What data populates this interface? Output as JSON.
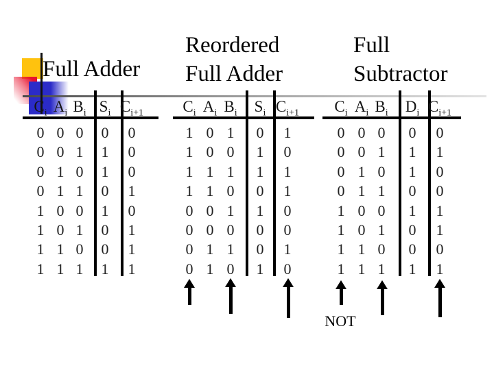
{
  "titles": {
    "left": "Full Adder",
    "middle": [
      "Reordered",
      "Full Adder"
    ],
    "right": [
      "Full",
      "Subtractor"
    ]
  },
  "not_label": "NOT",
  "colors": {
    "yellow": "#FFC20E",
    "red": "#E8112D",
    "blue": "#2B2BC8",
    "line": "#000000"
  },
  "tables": [
    {
      "title": "Full Adder",
      "headers": [
        {
          "base": "C",
          "sub": "i"
        },
        {
          "base": "A",
          "sub": "i"
        },
        {
          "base": "B",
          "sub": "i"
        },
        {
          "base": "S",
          "sub": "i"
        },
        {
          "base": "C",
          "sub": "i+1"
        }
      ],
      "rows": [
        [
          "0",
          "0",
          "0",
          "0",
          "0"
        ],
        [
          "0",
          "0",
          "1",
          "1",
          "0"
        ],
        [
          "0",
          "1",
          "0",
          "1",
          "0"
        ],
        [
          "0",
          "1",
          "1",
          "0",
          "1"
        ],
        [
          "1",
          "0",
          "0",
          "1",
          "0"
        ],
        [
          "1",
          "0",
          "1",
          "0",
          "1"
        ],
        [
          "1",
          "1",
          "0",
          "0",
          "1"
        ],
        [
          "1",
          "1",
          "1",
          "1",
          "1"
        ]
      ]
    },
    {
      "title": "Reordered Full Adder",
      "headers": [
        {
          "base": "C",
          "sub": "i"
        },
        {
          "base": "A",
          "sub": "i"
        },
        {
          "base": "B",
          "sub": "i"
        },
        {
          "base": "S",
          "sub": "i"
        },
        {
          "base": "C",
          "sub": "i+1"
        }
      ],
      "rows": [
        [
          "1",
          "0",
          "1",
          "0",
          "1"
        ],
        [
          "1",
          "0",
          "0",
          "1",
          "0"
        ],
        [
          "1",
          "1",
          "1",
          "1",
          "1"
        ],
        [
          "1",
          "1",
          "0",
          "0",
          "1"
        ],
        [
          "0",
          "0",
          "1",
          "1",
          "0"
        ],
        [
          "0",
          "0",
          "0",
          "0",
          "0"
        ],
        [
          "0",
          "1",
          "1",
          "0",
          "1"
        ],
        [
          "0",
          "1",
          "0",
          "1",
          "0"
        ]
      ]
    },
    {
      "title": "Full Subtractor",
      "headers": [
        {
          "base": "C",
          "sub": "i"
        },
        {
          "base": "A",
          "sub": "i"
        },
        {
          "base": "B",
          "sub": "i"
        },
        {
          "base": "D",
          "sub": "i"
        },
        {
          "base": "C",
          "sub": "i+1"
        }
      ],
      "rows": [
        [
          "0",
          "0",
          "0",
          "0",
          "0"
        ],
        [
          "0",
          "0",
          "1",
          "1",
          "1"
        ],
        [
          "0",
          "1",
          "0",
          "1",
          "0"
        ],
        [
          "0",
          "1",
          "1",
          "0",
          "0"
        ],
        [
          "1",
          "0",
          "0",
          "1",
          "1"
        ],
        [
          "1",
          "0",
          "1",
          "0",
          "1"
        ],
        [
          "1",
          "1",
          "0",
          "0",
          "0"
        ],
        [
          "1",
          "1",
          "1",
          "1",
          "1"
        ]
      ]
    }
  ],
  "arrows": [
    {
      "table": "reordered-full-adder",
      "column": "Ci"
    },
    {
      "table": "reordered-full-adder",
      "column": "Bi"
    },
    {
      "table": "reordered-full-adder",
      "column": "Ci+1"
    },
    {
      "table": "full-subtractor",
      "column": "Ci"
    },
    {
      "table": "full-subtractor",
      "column": "Bi"
    },
    {
      "table": "full-subtractor",
      "column": "Ci+1"
    }
  ]
}
